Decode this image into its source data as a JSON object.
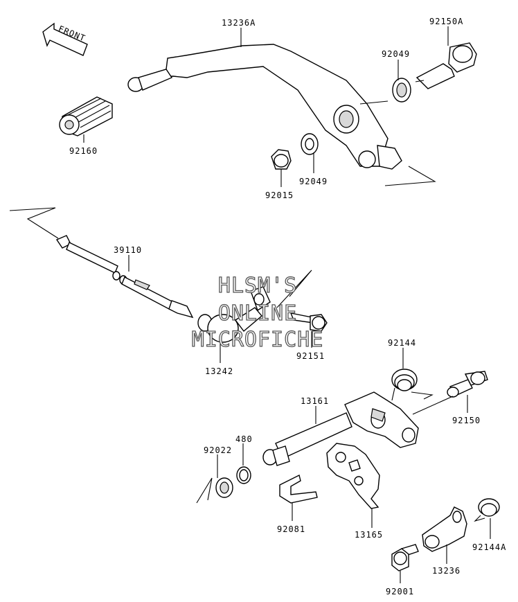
{
  "front_label": "FRONT",
  "watermark": {
    "line1": "HLSM'S",
    "line2": "ONLINE",
    "line3": "MICROFICHE"
  },
  "parts": {
    "p13236A": "13236A",
    "p92150A": "92150A",
    "p92049a": "92049",
    "p92049b": "92049",
    "p92015": "92015",
    "p92160": "92160",
    "p39110": "39110",
    "p92151": "92151",
    "p13242": "13242",
    "p92144": "92144",
    "p13161": "13161",
    "p92150": "92150",
    "p480": "480",
    "p92022": "92022",
    "p92081": "92081",
    "p13165": "13165",
    "p92144A": "92144A",
    "p13236": "13236",
    "p92001": "92001"
  }
}
